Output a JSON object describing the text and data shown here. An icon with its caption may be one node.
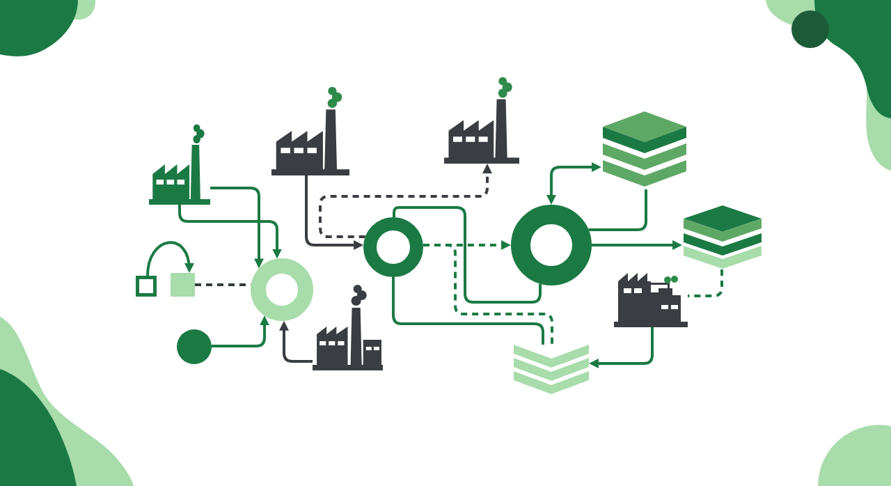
{
  "diagram": {
    "nodes": [
      {
        "text": [],
        "shape": "picture"
      },
      {
        "text": [],
        "shape": "picture"
      },
      {
        "text": [],
        "shape": "picture"
      },
      {
        "text": [],
        "shape": "picture"
      },
      {
        "text": [],
        "shape": "box"
      },
      {
        "text": [],
        "shape": "box"
      },
      {
        "text": [],
        "shape": "ring"
      },
      {
        "text": [],
        "shape": "ring"
      },
      {
        "text": [],
        "shape": "ring"
      },
      {
        "text": [],
        "shape": "picture"
      },
      {
        "text": [],
        "shape": "picture"
      },
      {
        "text": [],
        "shape": "circle"
      },
      {
        "text": [],
        "shape": "picture"
      },
      {
        "text": [],
        "shape": "picture"
      }
    ],
    "edges": [
      {
        "from": 0,
        "to": 6,
        "arrow": "to"
      },
      {
        "from": 0,
        "to": 6,
        "arrow": "to"
      },
      {
        "from": 4,
        "to": 5,
        "arrow": "to"
      },
      {
        "from": 5,
        "to": 6,
        "arrow": "none",
        "style": "dashed",
        "color": "#333d38"
      },
      {
        "from": 11,
        "to": 6,
        "arrow": "to"
      },
      {
        "from": 12,
        "to": 6,
        "arrow": "to",
        "color": "#3a3d42"
      },
      {
        "from": 1,
        "to": 7,
        "arrow": "to",
        "color": "#3a3d42"
      },
      {
        "from": 7,
        "to": 2,
        "arrow": "to",
        "style": "dashed",
        "color": "#3a3d42"
      },
      {
        "from": 7,
        "to": 8,
        "arrow": "none"
      },
      {
        "from": 7,
        "to": 8,
        "arrow": "to",
        "style": "dashed"
      },
      {
        "from": 7,
        "to": 13,
        "arrow": "none",
        "style": "dashed"
      },
      {
        "from": 7,
        "to": 13,
        "arrow": "none"
      },
      {
        "from": 8,
        "to": 3,
        "arrow": "both"
      },
      {
        "from": 8,
        "to": 3,
        "arrow": "none"
      },
      {
        "from": 8,
        "to": 9,
        "arrow": "to"
      },
      {
        "from": 9,
        "to": 10,
        "arrow": "none",
        "style": "dashed"
      },
      {
        "from": 10,
        "to": 13,
        "arrow": "to"
      }
    ]
  }
}
